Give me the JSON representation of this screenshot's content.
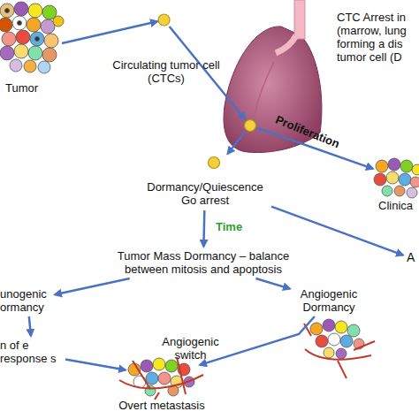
{
  "diagram": {
    "nodes": [
      {
        "text": [
          "Tumor"
        ]
      },
      {
        "text": [
          "Circulating tumor cell (CTCs)"
        ]
      },
      {
        "text": [
          "CTC Arrest in (marrow, lung forming a dis tumor cell (D"
        ]
      },
      {
        "text": [
          "Clinica"
        ]
      },
      {
        "text": [
          "Dormancy/Quiescence Go arrest"
        ]
      },
      {
        "text": [
          "A"
        ]
      },
      {
        "text": [
          "Tumor Mass Dormancy – balance between mitosis and apoptosis"
        ]
      },
      {
        "text": [
          "unogenic ormancy"
        ]
      },
      {
        "text": [
          "Angiogenic Dormancy"
        ]
      },
      {
        "text": [
          "n of e response s"
        ]
      },
      {
        "text": [
          "Overt metastasis"
        ]
      }
    ],
    "edges": [
      {
        "from": 0,
        "to": 1,
        "arrow": "to"
      },
      {
        "from": 1,
        "to": 2,
        "arrow": "to"
      },
      {
        "from": 2,
        "to": 3,
        "label": "Proliferation",
        "arrow": "to"
      },
      {
        "from": 2,
        "to": 4,
        "arrow": "to"
      },
      {
        "from": 4,
        "to": 5,
        "arrow": "to"
      },
      {
        "from": 4,
        "to": 6,
        "label": "Time",
        "arrow": "to"
      },
      {
        "from": 6,
        "to": 7,
        "arrow": "to"
      },
      {
        "from": 6,
        "to": 8,
        "arrow": "to"
      },
      {
        "from": 7,
        "to": 9,
        "arrow": "to"
      },
      {
        "from": 8,
        "to": 10,
        "label": "Angiogenic switch",
        "arrow": "to"
      },
      {
        "from": 9,
        "to": 10,
        "arrow": "to"
      }
    ]
  }
}
